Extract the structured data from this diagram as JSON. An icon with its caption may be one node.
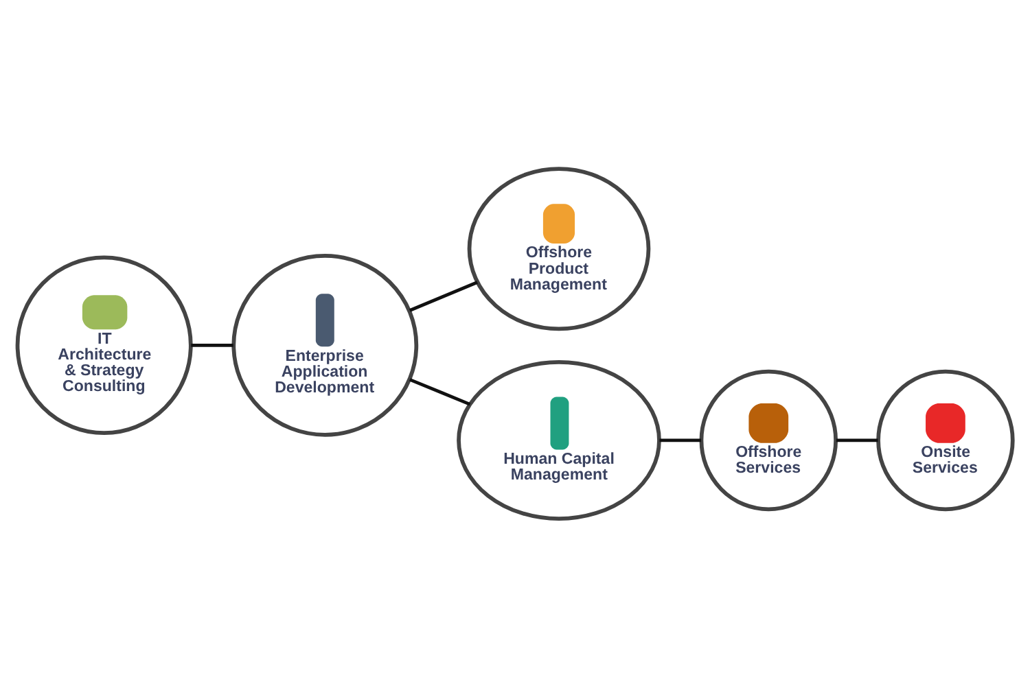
{
  "diagram": {
    "nodes": [
      {
        "text": [
          "IT Architecture & Strategy Consulting"
        ]
      },
      {
        "text": [
          "Enterprise Application Development"
        ]
      },
      {
        "text": [
          "Offshore Product Management"
        ]
      },
      {
        "text": [
          "Human Capital Management"
        ]
      },
      {
        "text": [
          "Offshore Services"
        ]
      },
      {
        "text": [
          "Onsite Services"
        ]
      }
    ],
    "edges": [
      {
        "from": 0,
        "to": 1,
        "arrow": "none"
      },
      {
        "from": 1,
        "to": 2,
        "arrow": "none"
      },
      {
        "from": 1,
        "to": 3,
        "arrow": "none"
      },
      {
        "from": 3,
        "to": 4,
        "arrow": "none"
      },
      {
        "from": 4,
        "to": 5,
        "arrow": "none"
      }
    ]
  }
}
